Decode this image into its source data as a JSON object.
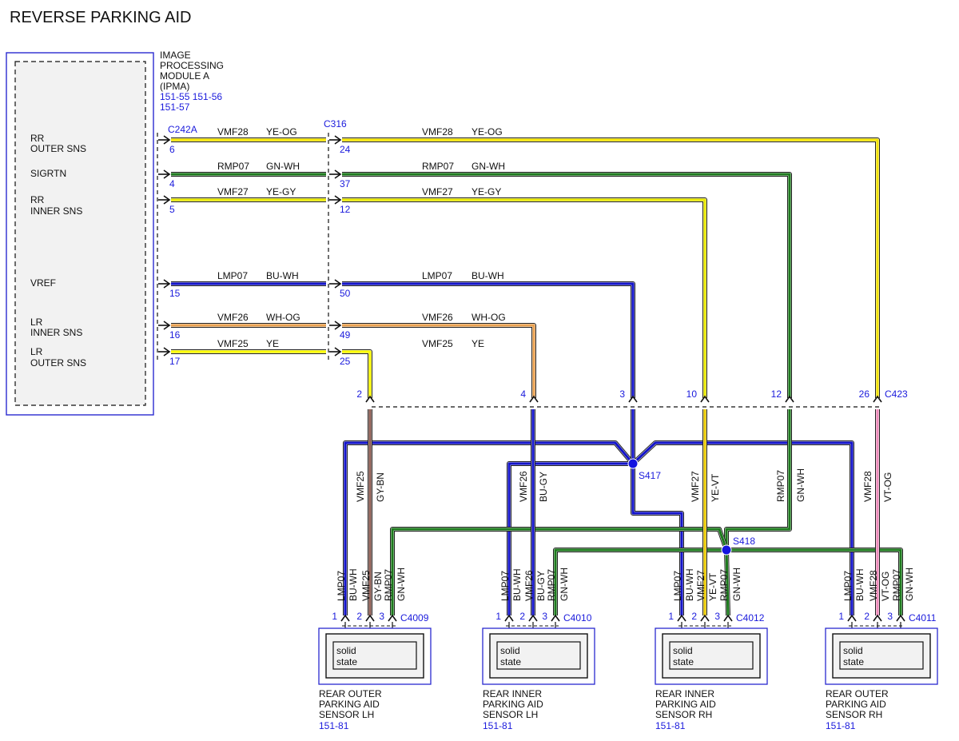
{
  "title": "REVERSE PARKING AID",
  "module": {
    "name_lines": [
      "IMAGE",
      "PROCESSING",
      "MODULE A",
      "(IPMA)"
    ],
    "refs_line1": "151-55  151-56",
    "refs_line2": "151-57",
    "pins": [
      {
        "label_lines": [
          "RR",
          "OUTER SNS"
        ]
      },
      {
        "label_lines": [
          "SIGRTN"
        ]
      },
      {
        "label_lines": [
          "RR",
          "INNER SNS"
        ]
      },
      {
        "label_lines": [
          "VREF"
        ]
      },
      {
        "label_lines": [
          "LR",
          "INNER SNS"
        ]
      },
      {
        "label_lines": [
          "LR",
          "OUTER SNS"
        ]
      }
    ]
  },
  "connectors": {
    "module": "C242A",
    "inline": "C316",
    "sensor_bus": "C423"
  },
  "circuits": [
    {
      "circuit": "VMF28",
      "color_code": "YE-OG",
      "module_pin": "6",
      "inline_pin": "24",
      "bus_pin": "26"
    },
    {
      "circuit": "RMP07",
      "color_code": "GN-WH",
      "module_pin": "4",
      "inline_pin": "37",
      "bus_pin": "12"
    },
    {
      "circuit": "VMF27",
      "color_code": "YE-GY",
      "module_pin": "5",
      "inline_pin": "12",
      "bus_pin": "10"
    },
    {
      "circuit": "LMP07",
      "color_code": "BU-WH",
      "module_pin": "15",
      "inline_pin": "50",
      "bus_pin": "3"
    },
    {
      "circuit": "VMF26",
      "color_code": "WH-OG",
      "module_pin": "16",
      "inline_pin": "49",
      "bus_pin": "4"
    },
    {
      "circuit": "VMF25",
      "color_code": "YE",
      "module_pin": "17",
      "inline_pin": "25",
      "bus_pin": "2"
    }
  ],
  "bus_wires": [
    {
      "circuit": "VMF25",
      "color_code": "GY-BN"
    },
    {
      "circuit": "VMF26",
      "color_code": "BU-GY"
    },
    {
      "circuit": "VMF27",
      "color_code": "YE-VT"
    },
    {
      "circuit": "RMP07",
      "color_code": "GN-WH"
    },
    {
      "circuit": "VMF28",
      "color_code": "VT-OG"
    }
  ],
  "splices": [
    "S417",
    "S418"
  ],
  "sensors": [
    {
      "connector": "C4009",
      "name_lines": [
        "REAR OUTER",
        "PARKING AID",
        "SENSOR LH"
      ],
      "ref": "151-81",
      "state": [
        "solid",
        "state"
      ],
      "wires": [
        {
          "pin": "1",
          "circuit": "LMP07",
          "color_code": "BU-WH"
        },
        {
          "pin": "2",
          "circuit": "VMF25",
          "color_code": "GY-BN"
        },
        {
          "pin": "3",
          "circuit": "RMP07",
          "color_code": "GN-WH"
        }
      ]
    },
    {
      "connector": "C4010",
      "name_lines": [
        "REAR INNER",
        "PARKING AID",
        "SENSOR LH"
      ],
      "ref": "151-81",
      "state": [
        "solid",
        "state"
      ],
      "wires": [
        {
          "pin": "1",
          "circuit": "LMP07",
          "color_code": "BU-WH"
        },
        {
          "pin": "2",
          "circuit": "VMF26",
          "color_code": "BU-GY"
        },
        {
          "pin": "3",
          "circuit": "RMP07",
          "color_code": "GN-WH"
        }
      ]
    },
    {
      "connector": "C4012",
      "name_lines": [
        "REAR INNER",
        "PARKING AID",
        "SENSOR RH"
      ],
      "ref": "151-81",
      "state": [
        "solid",
        "state"
      ],
      "wires": [
        {
          "pin": "1",
          "circuit": "LMP07",
          "color_code": "BU-WH"
        },
        {
          "pin": "2",
          "circuit": "VMF27",
          "color_code": "YE-VT"
        },
        {
          "pin": "3",
          "circuit": "RMP07",
          "color_code": "GN-WH"
        }
      ]
    },
    {
      "connector": "C4011",
      "name_lines": [
        "REAR OUTER",
        "PARKING AID",
        "SENSOR RH"
      ],
      "ref": "151-81",
      "state": [
        "solid",
        "state"
      ],
      "wires": [
        {
          "pin": "1",
          "circuit": "LMP07",
          "color_code": "BU-WH"
        },
        {
          "pin": "2",
          "circuit": "VMF28",
          "color_code": "VT-OG"
        },
        {
          "pin": "3",
          "circuit": "RMP07",
          "color_code": "GN-WH"
        }
      ]
    }
  ],
  "colors": {
    "ye_og": "#f2e200",
    "gn_wh": "#1e7a1e",
    "ye_gy": "#e6e600",
    "bu_wh": "#1414c8",
    "wh_og": "#e8a050",
    "ye": "#ffff00",
    "gy_bn": "#8a5a50",
    "bu_gy": "#1414c8",
    "ye_vt": "#e8c800",
    "vt_og": "#f08cbc",
    "module_border": "#2a2ad0",
    "label_blue": "#1a1adc"
  }
}
